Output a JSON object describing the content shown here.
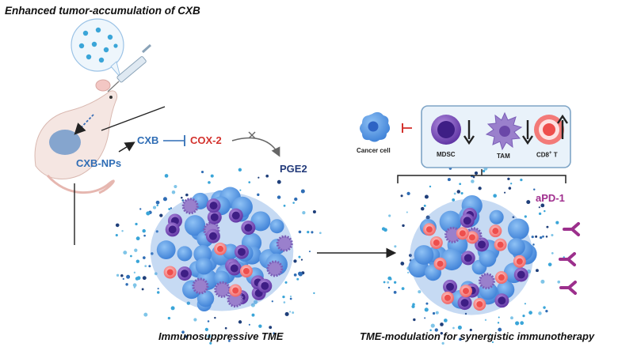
{
  "title": "Enhanced tumor-accumulation of CXB",
  "labels": {
    "cxb_nps": "CXB-NPs",
    "cxb": "CXB",
    "cox2": "COX-2",
    "pge2": "PGE2",
    "cancer_cell": "Cancer cell",
    "mdsc": "MDSC",
    "tam": "TAM",
    "cd8": "CD8",
    "cd8_sup": "+",
    "cd8_suffix": " T",
    "apd1": "aPD-1"
  },
  "captions": {
    "left": "Immunosuppressive TME",
    "right": "TME-modulation for synergistic immunotherapy"
  },
  "colors": {
    "cancer_cell": "#3f7fe0",
    "mdsc": "#6a3fb0",
    "tam": "#8e72c2",
    "cd8": "#ef5a5a",
    "antibody": "#9c2f8c",
    "inhibit": "#d3322d"
  },
  "trends": {
    "mdsc": "down",
    "tam": "down",
    "cd8": "up"
  }
}
